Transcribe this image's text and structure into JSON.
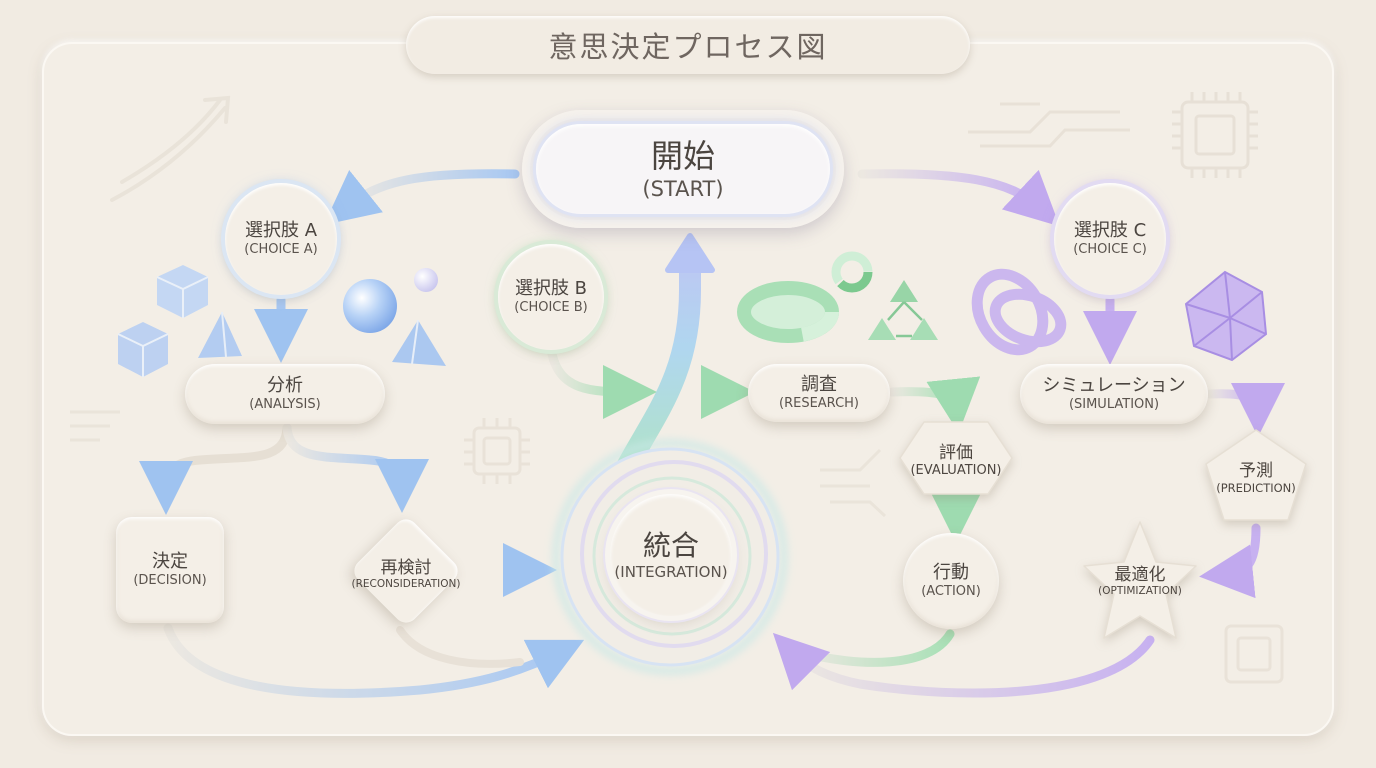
{
  "title": "意思決定プロセス図",
  "colors": {
    "background": "#f1ebe2",
    "blue_accent": "#9fc3f0",
    "green_accent": "#9edbb0",
    "purple_accent": "#bfa8ee"
  },
  "nodes": {
    "start": {
      "jp": "開始",
      "en": "(START)"
    },
    "choice_a": {
      "jp": "選択肢 A",
      "en": "(CHOICE A)"
    },
    "choice_b": {
      "jp": "選択肢 B",
      "en": "(CHOICE B)"
    },
    "choice_c": {
      "jp": "選択肢 C",
      "en": "(CHOICE C)"
    },
    "analysis": {
      "jp": "分析",
      "en": "(ANALYSIS)"
    },
    "decision": {
      "jp": "決定",
      "en": "(DECISION)"
    },
    "reconsideration": {
      "jp": "再検討",
      "en": "(RECONSIDERATION)"
    },
    "research": {
      "jp": "調査",
      "en": "(RESEARCH)"
    },
    "evaluation": {
      "jp": "評価",
      "en": "(EVALUATION)"
    },
    "action": {
      "jp": "行動",
      "en": "(ACTION)"
    },
    "simulation": {
      "jp": "シミュレーション",
      "en": "(SIMULATION)"
    },
    "prediction": {
      "jp": "予測",
      "en": "(PREDICTION)"
    },
    "optimization": {
      "jp": "最適化",
      "en": "(OPTIMIZATION)"
    },
    "integration": {
      "jp": "統合",
      "en": "(INTEGRATION)"
    }
  },
  "decorations": [
    "growth-arrow-icon",
    "circuit-lines-icon",
    "chip-icon",
    "cube-icon",
    "sphere-icon",
    "pyramid-icon",
    "donut-chart-icon",
    "molecule-icon",
    "knot-icon",
    "polyhedron-icon"
  ]
}
